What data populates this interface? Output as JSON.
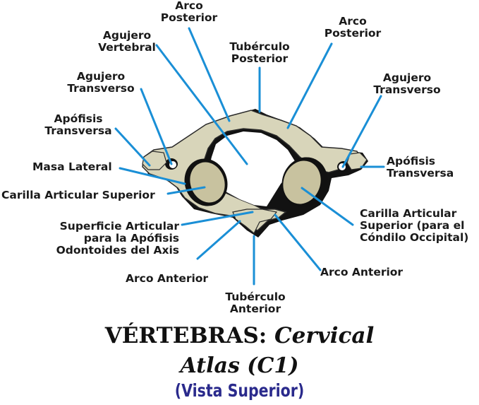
{
  "labels": {
    "arco_posterior_top": [
      "Arco",
      "Posterior"
    ],
    "agujero_vertebral": [
      "Agujero",
      "Vertebral"
    ],
    "tuberculo_posterior": [
      "Tubérculo",
      "Posterior"
    ],
    "arco_posterior_right": [
      "Arco",
      "Posterior"
    ],
    "agujero_transverso_left": [
      "Agujero",
      "Transverso"
    ],
    "agujero_transverso_right": [
      "Agujero",
      "Transverso"
    ],
    "apofisis_transversa_left": [
      "Apófisis",
      "Transversa"
    ],
    "apofisis_transversa_right": [
      "Apófisis",
      "Transversa"
    ],
    "masa_lateral": [
      "Masa Lateral"
    ],
    "carilla_articular_superior_left": [
      "Carilla Articular Superior"
    ],
    "carilla_articular_superior_right": [
      "Carilla Articular",
      "Superior (para el",
      "Cóndilo Occipital)"
    ],
    "superficie_articular": [
      "Superficie Articular",
      "para la Apófisis",
      "Odontoides del Axis"
    ],
    "arco_anterior_left": [
      "Arco Anterior"
    ],
    "arco_anterior_right": [
      "Arco Anterior"
    ],
    "tuberculo_anterior": [
      "Tubérculo",
      "Anterior"
    ]
  },
  "title": {
    "main_plain": "VÉRTEBRAS: ",
    "main_italic": "Cervical",
    "sub": "Atlas (C1)",
    "view": "(Vista Superior)"
  },
  "colors": {
    "leader_line": "#1a8fd6",
    "bone_fill": "#d6d3b8",
    "bone_shadow": "#111111",
    "facet_fill": "#c4bf9c",
    "title_view": "#2a2a8c"
  }
}
